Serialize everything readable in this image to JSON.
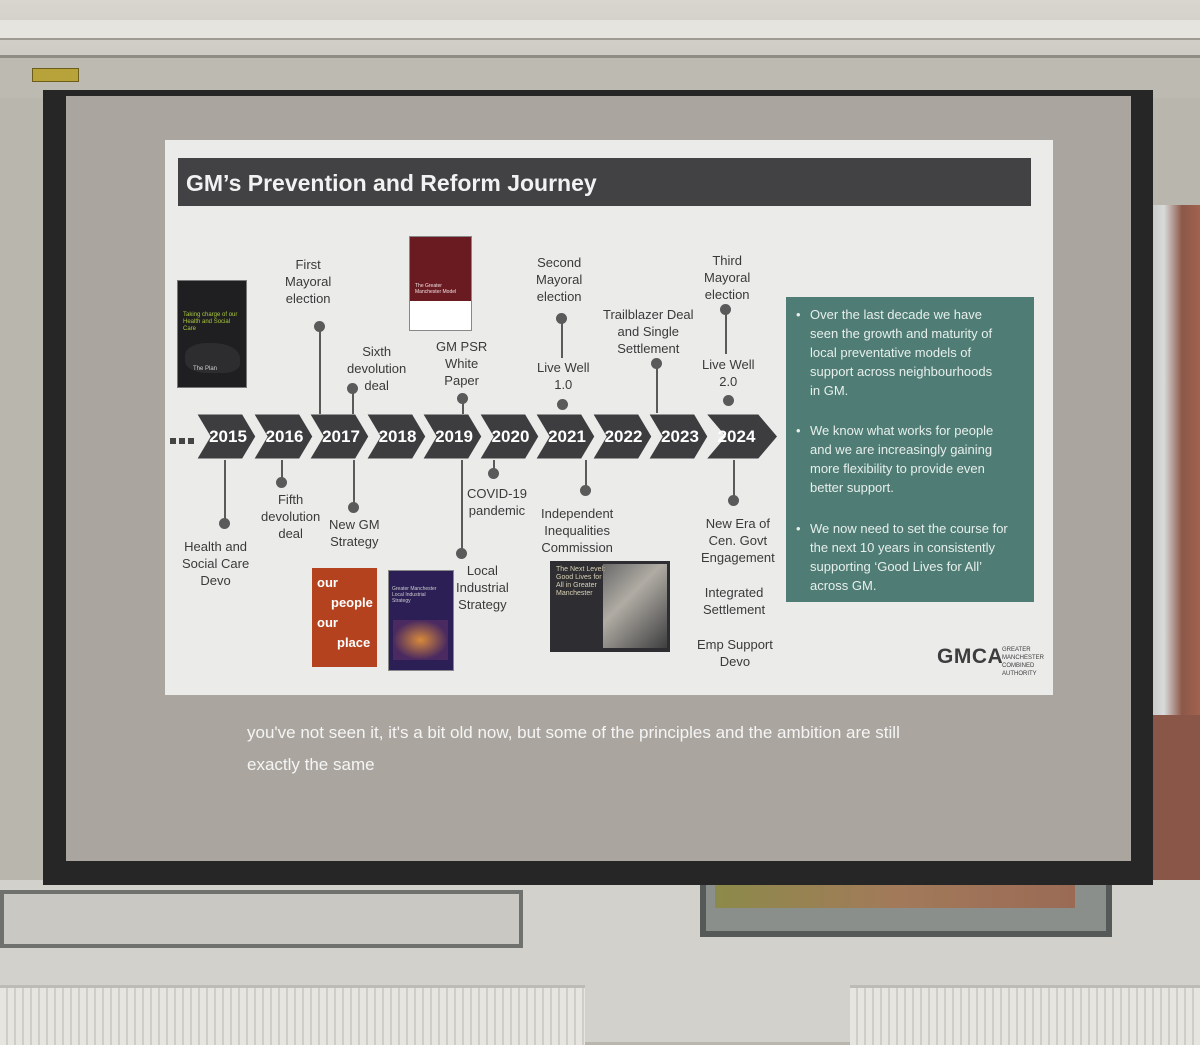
{
  "slide": {
    "title": "GM’s Prevention and Reform Journey",
    "years": [
      "2015",
      "2016",
      "2017",
      "2018",
      "2019",
      "2020",
      "2021",
      "2022",
      "2023",
      "2024"
    ],
    "events_above": [
      {
        "year": "2017",
        "text": "First\nMayoral\nelection"
      },
      {
        "year": "2017",
        "text": "Sixth\ndevolution\ndeal"
      },
      {
        "year": "2019",
        "text": "GM PSR\nWhite\nPaper"
      },
      {
        "year": "2021",
        "text": "Second\nMayoral\nelection"
      },
      {
        "year": "2021",
        "text": "Live Well\n1.0"
      },
      {
        "year": "2023",
        "text": "Trailblazer Deal\nand Single\nSettlement"
      },
      {
        "year": "2024",
        "text": "Third\nMayoral\nelection"
      },
      {
        "year": "2024",
        "text": "Live Well\n2.0"
      }
    ],
    "events_below": [
      {
        "year": "2015",
        "text": "Health and\nSocial Care\nDevo"
      },
      {
        "year": "2016",
        "text": "Fifth\ndevolution\ndeal"
      },
      {
        "year": "2017",
        "text": "New GM\nStrategy"
      },
      {
        "year": "2019",
        "text": "Local\nIndustrial\nStrategy"
      },
      {
        "year": "2020",
        "text": "COVID-19\npandemic"
      },
      {
        "year": "2021",
        "text": "Independent\nInequalities\nCommission"
      },
      {
        "year": "2024",
        "text": "New Era of\nCen. Govt\nEngagement"
      },
      {
        "year": "2024",
        "text": "Integrated\nSettlement"
      },
      {
        "year": "2024",
        "text": "Emp Support\nDevo"
      }
    ],
    "thumbnails": {
      "plan_heading": "Taking charge of our Health and Social Care",
      "plan_label": "The Plan",
      "psr_label": "The Greater Manchester Model",
      "our_people": [
        "our",
        "people",
        "our",
        "place"
      ],
      "industrial_label": "Greater Manchester Local Industrial Strategy",
      "inequality_label": "The Next Level: Good Lives for All in Greater Manchester"
    },
    "panel": {
      "bullets": [
        "Over the last decade we have\nseen the growth and maturity of\nlocal preventative models of\nsupport across neighbourhoods\nin GM.",
        "We know what works for people\nand we are increasingly gaining\nmore flexibility to provide even\nbetter support.",
        "We now need to set the course for\nthe next 10 years in consistently\nsupporting ‘Good Lives for All’\nacross GM."
      ],
      "color": "#4f7c74"
    },
    "logo": {
      "name": "GMCA",
      "subtitle": "GREATER MANCHESTER COMBINED AUTHORITY"
    }
  },
  "caption": {
    "line1": "you've not seen it, it's a bit old now, but some of the principles and the ambition are still",
    "line2": "exactly the same"
  }
}
